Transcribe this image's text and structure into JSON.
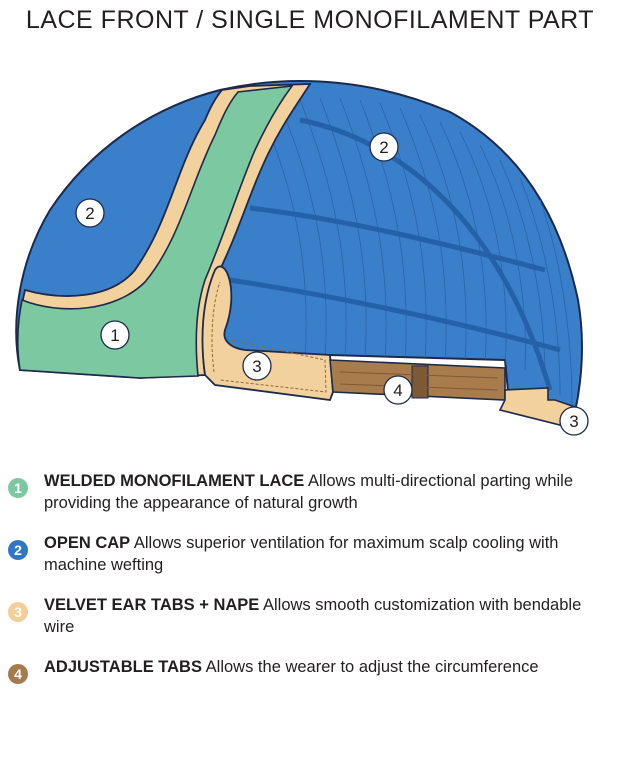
{
  "title": "LACE FRONT / SINGLE MONOFILAMENT PART",
  "callouts": [
    "1",
    "2",
    "2",
    "3",
    "4",
    "3"
  ],
  "legend": [
    {
      "num": "1",
      "color": "#7cc8a0",
      "heading": "WELDED MONOFILAMENT LACE",
      "text": "Allows multi-directional parting while providing the appearance of natural growth"
    },
    {
      "num": "2",
      "color": "#2f77c4",
      "heading": "OPEN CAP",
      "text": "Allows superior ventilation for maximum scalp cooling with machine wefting"
    },
    {
      "num": "3",
      "color": "#f2cf99",
      "heading": "VELVET EAR TABS + NAPE",
      "text": "Allows smooth customization with bendable wire"
    },
    {
      "num": "4",
      "color": "#a57a4c",
      "heading": "ADJUSTABLE TABS",
      "text": "Allows the wearer to adjust the circumference"
    }
  ],
  "colors": {
    "lace": "#7cc8a0",
    "open_cap": "#3a7fc9",
    "velvet": "#f2d19c",
    "tab": "#a97c4e",
    "outline": "#1e2a4a"
  }
}
